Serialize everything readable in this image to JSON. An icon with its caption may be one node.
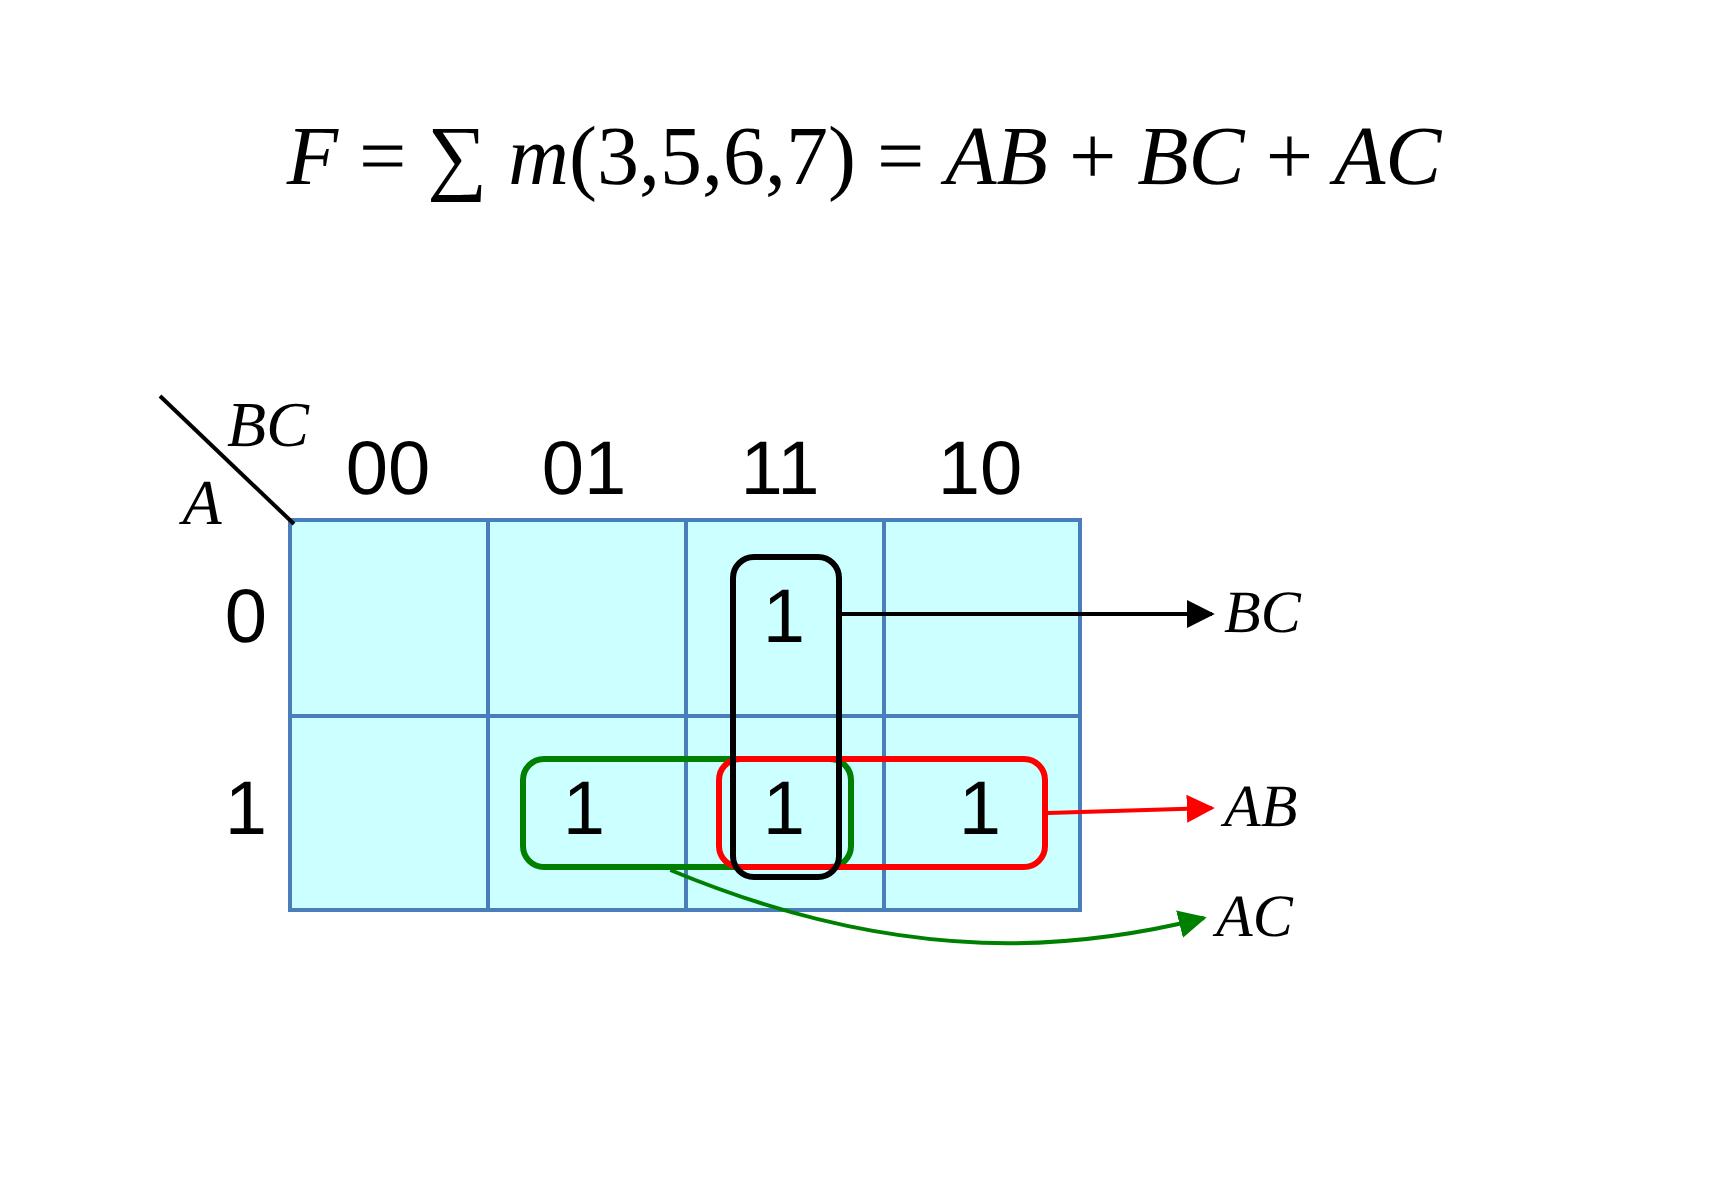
{
  "diagram": {
    "title": "*F* = ∑ *m*(3,5,6,7) = *AB* + *BC* + *AC*",
    "nodes": [
      {
        "text": [],
        "shape": "box"
      },
      {
        "text": [],
        "shape": "box"
      },
      {
        "text": [],
        "shape": "box"
      },
      {
        "text": [
          "BC"
        ]
      },
      {
        "text": [
          "AB"
        ]
      },
      {
        "text": [
          "AC"
        ]
      }
    ],
    "edges": [
      {
        "from": 2,
        "to": 3,
        "arrow": "to",
        "color": "#000000"
      },
      {
        "from": 1,
        "to": 4,
        "arrow": "to",
        "color": "#ff0000"
      },
      {
        "from": 0,
        "to": 5,
        "arrow": "to",
        "color": "#008000"
      }
    ],
    "labels": [
      "BC",
      "A",
      "00",
      "01",
      "11",
      "10",
      "0",
      "1",
      "1",
      "1",
      "1",
      "1"
    ]
  }
}
